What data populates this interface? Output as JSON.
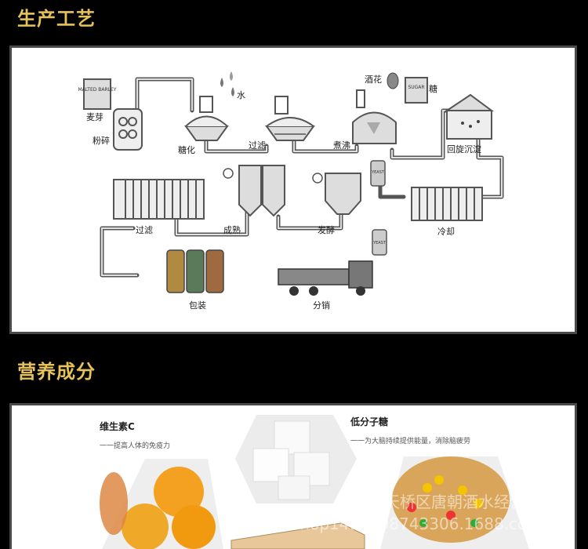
{
  "sections": {
    "process_title": "生产工艺",
    "nutrition_title": "营养成分"
  },
  "process": {
    "malt": "麦芽",
    "crush": "粉碎",
    "water": "水",
    "saccharify": "糖化",
    "filter1": "过滤",
    "hops": "酒花",
    "sugar": "糖",
    "boil": "煮沸",
    "whirlpool": "回旋沉淀",
    "cool": "冷却",
    "ferment": "发酵",
    "mature": "成熟",
    "filter2": "过滤",
    "package": "包装",
    "distribute": "分销",
    "bag_malt_label": "MALTED BARLEY",
    "bag_sugar_label": "SUGAR",
    "yeast_label1": "YEAST",
    "yeast_label2": "YEAST"
  },
  "nutrition": {
    "vitc_title": "维生素C",
    "vitc_desc": "一一提高人体的免疫力",
    "sugar_title": "低分子糖",
    "sugar_desc": "一一为大脑持续提供能量，消除脑疲劳"
  },
  "watermark": {
    "line1": "济南市天桥区唐朝酒水经营部",
    "line2": "shop1417108743306.1688.com"
  },
  "colors": {
    "title_gold": "#e6c25a",
    "panel_border": "#4a4a4a"
  }
}
